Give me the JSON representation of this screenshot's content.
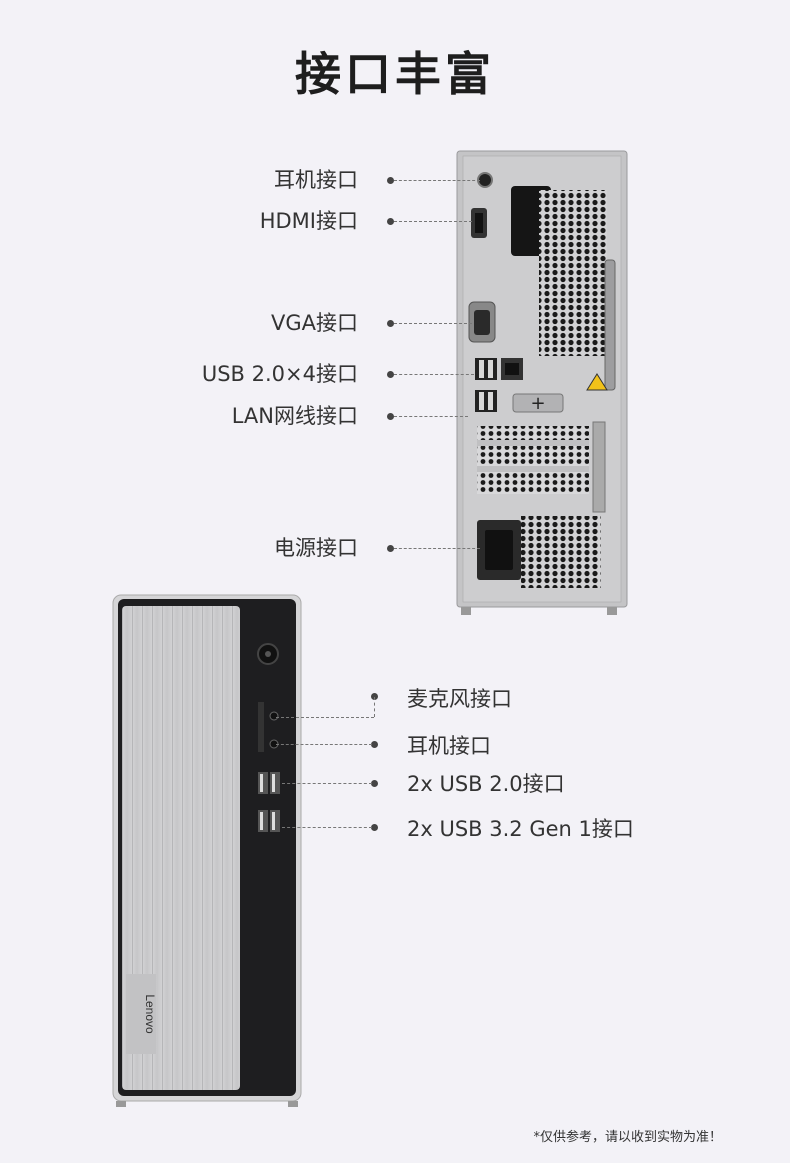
{
  "title": "接口丰富",
  "rear_ports": [
    {
      "label": "耳机接口"
    },
    {
      "label": "HDMI接口"
    },
    {
      "label": "VGA接口"
    },
    {
      "label": "USB 2.0×4接口"
    },
    {
      "label": "LAN网线接口"
    },
    {
      "label": "电源接口"
    }
  ],
  "front_ports": [
    {
      "label": "麦克风接口"
    },
    {
      "label": "耳机接口"
    },
    {
      "label": "2x USB 2.0接口"
    },
    {
      "label": "2x USB 3.2 Gen 1接口"
    }
  ],
  "brand_logo": "Lenovo",
  "footnote": "*仅供参考，请以收到实物为准！",
  "colors": {
    "background": "#f3f2f7",
    "rear_panel": "#c4c4c6",
    "front_bezel": "#1e1e20",
    "front_panel": "#c9c9cb",
    "warning": "#f2c21a"
  }
}
